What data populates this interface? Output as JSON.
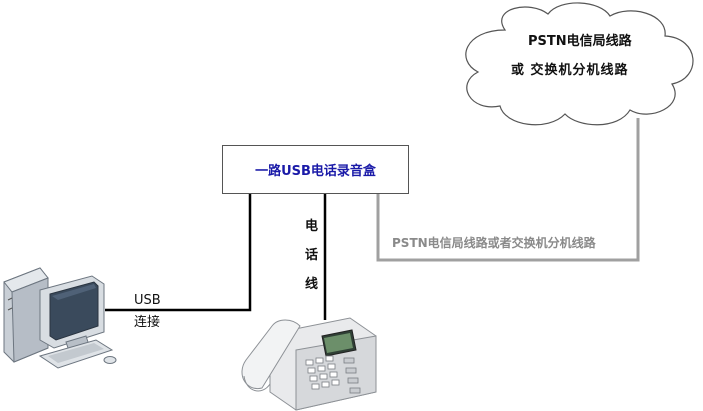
{
  "cloud": {
    "line1": "PSTN电信局线路",
    "line2": "或 交换机分机线路"
  },
  "device_box": {
    "label": "一路USB电话录音盒"
  },
  "pstn_line": {
    "label": "PSTN电信局线路或者交换机分机线路"
  },
  "phone_line": {
    "chars": [
      "电",
      "话",
      "线"
    ]
  },
  "usb_link": {
    "line1": "USB",
    "line2": "连接"
  },
  "colors": {
    "box_text": "#1a1aa8",
    "pstn_wire": "#a0a0a0",
    "black_wire": "#000000",
    "pstn_label": "#8a8a8a"
  },
  "icons": {
    "computer": "desktop-computer-icon",
    "telephone": "desk-telephone-icon",
    "cloud": "cloud-shape"
  }
}
